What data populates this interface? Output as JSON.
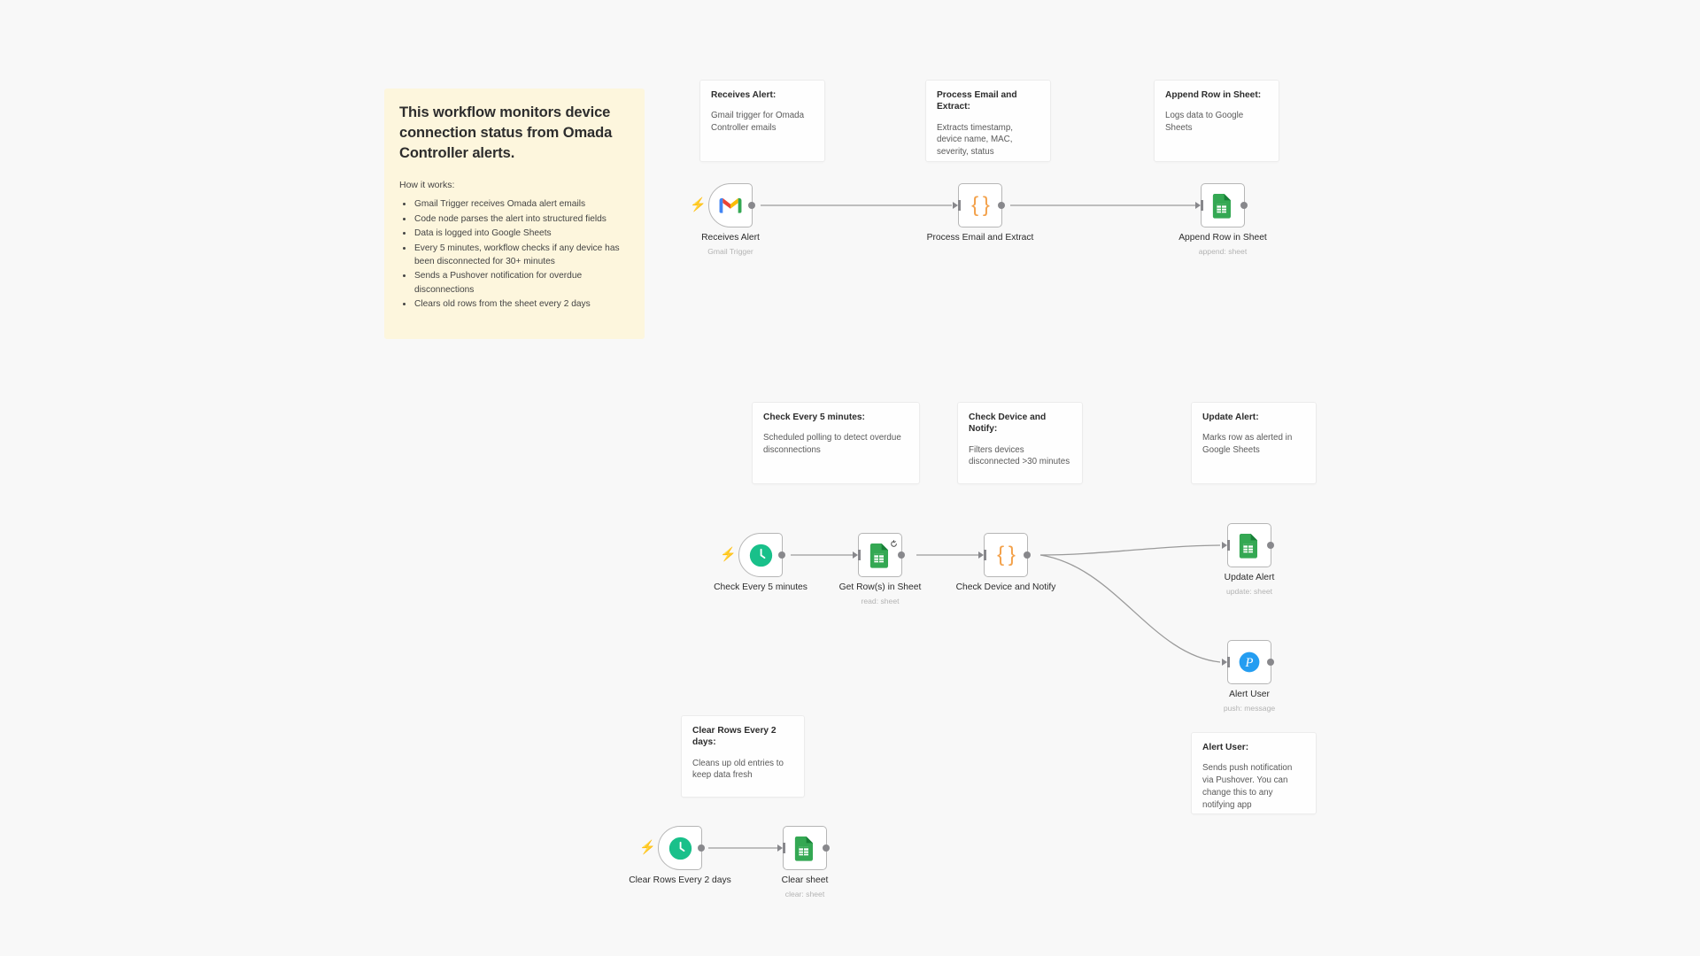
{
  "canvas": {
    "background": "#f8f8f8",
    "accent_orange": "#f3a14a",
    "trigger_bolt_color": "#ff6d5a",
    "edge_color": "#9a9a9a"
  },
  "sticky_note": {
    "title": "This workflow monitors device connection status from Omada Controller alerts.",
    "subtitle": "How it works:",
    "bullets": [
      "Gmail Trigger receives Omada alert emails",
      "Code node parses the alert into structured fields",
      "Data is logged into Google Sheets",
      "Every 5 minutes, workflow checks if any device has been disconnected for 30+ minutes",
      "Sends a Pushover notification for overdue disconnections",
      "Clears old rows from the sheet every 2 days"
    ],
    "background_color": "#fdf6dd"
  },
  "note_cards": [
    {
      "title": "Receives Alert:",
      "body": "Gmail trigger for Omada Controller emails"
    },
    {
      "title": "Process Email and Extract:",
      "body": "Extracts timestamp, device name, MAC, severity, status"
    },
    {
      "title": "Append Row in Sheet:",
      "body": "Logs data to Google Sheets"
    },
    {
      "title": "Check Every 5 minutes:",
      "body": "Scheduled polling to detect overdue disconnections"
    },
    {
      "title": "Check Device and Notify:",
      "body": "Filters devices disconnected >30 minutes"
    },
    {
      "title": "Update Alert:",
      "body": "Marks row as alerted in Google Sheets"
    },
    {
      "title": "Clear Rows Every 2 days:",
      "body": "Cleans up old entries to keep data fresh"
    },
    {
      "title": "Alert User:",
      "body": "Sends push notification via Pushover. You can change this to any notifying app"
    }
  ],
  "nodes": [
    {
      "id": "receives-alert",
      "label": "Receives Alert",
      "sublabel": "Gmail Trigger",
      "icon": "gmail-icon",
      "type": "trigger"
    },
    {
      "id": "process-email",
      "label": "Process Email and Extract",
      "sublabel": "",
      "icon": "code-braces-icon",
      "type": "action"
    },
    {
      "id": "append-row",
      "label": "Append Row in Sheet",
      "sublabel": "append: sheet",
      "icon": "google-sheets-icon",
      "type": "action"
    },
    {
      "id": "check-every-5",
      "label": "Check Every 5 minutes",
      "sublabel": "",
      "icon": "clock-icon",
      "type": "trigger"
    },
    {
      "id": "get-rows",
      "label": "Get Row(s) in Sheet",
      "sublabel": "read: sheet",
      "icon": "google-sheets-icon",
      "type": "action"
    },
    {
      "id": "check-device-notify",
      "label": "Check Device and Notify",
      "sublabel": "",
      "icon": "code-braces-icon",
      "type": "action"
    },
    {
      "id": "update-alert",
      "label": "Update Alert",
      "sublabel": "update: sheet",
      "icon": "google-sheets-icon",
      "type": "action"
    },
    {
      "id": "alert-user",
      "label": "Alert User",
      "sublabel": "push: message",
      "icon": "pushover-icon",
      "type": "action"
    },
    {
      "id": "clear-rows-trigger",
      "label": "Clear Rows Every 2 days",
      "sublabel": "",
      "icon": "clock-icon",
      "type": "trigger"
    },
    {
      "id": "clear-sheet",
      "label": "Clear sheet",
      "sublabel": "clear: sheet",
      "icon": "google-sheets-icon",
      "type": "action"
    }
  ],
  "connections": [
    {
      "from": "receives-alert",
      "to": "process-email"
    },
    {
      "from": "process-email",
      "to": "append-row"
    },
    {
      "from": "check-every-5",
      "to": "get-rows"
    },
    {
      "from": "get-rows",
      "to": "check-device-notify"
    },
    {
      "from": "check-device-notify",
      "to": "update-alert"
    },
    {
      "from": "check-device-notify",
      "to": "alert-user"
    },
    {
      "from": "clear-rows-trigger",
      "to": "clear-sheet"
    }
  ]
}
